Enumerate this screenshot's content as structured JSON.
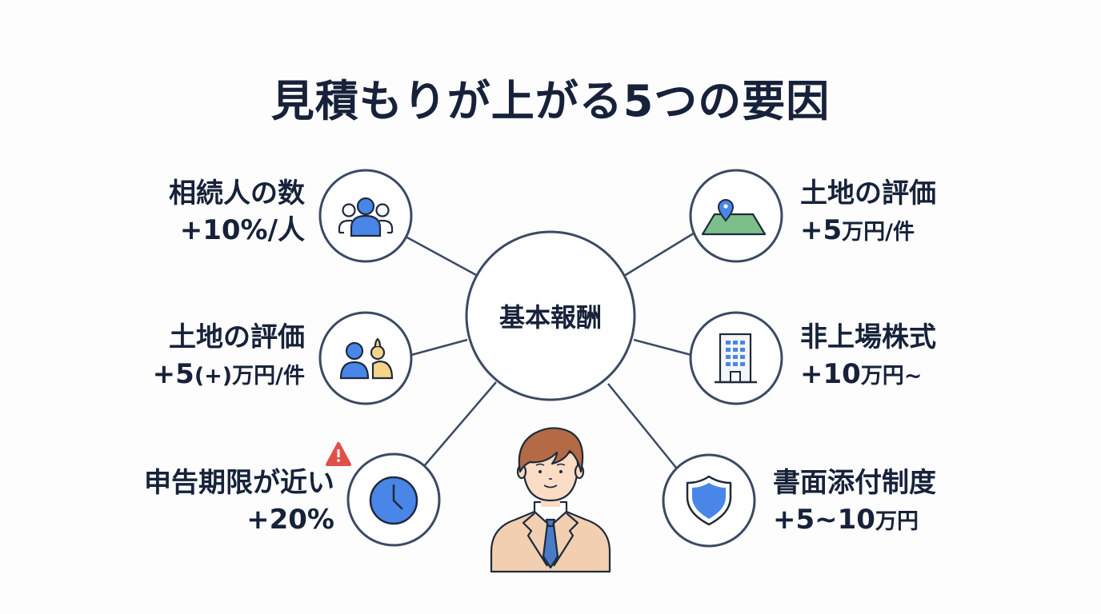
{
  "title": "見積もりが上がる5つの要因",
  "center": {
    "label": "基本報酬"
  },
  "factors": [
    {
      "side": "left",
      "icon": "people-group-icon",
      "name": "相続人の数",
      "price": "+10%/人",
      "price_prefix": "+10%/人",
      "price_unit": ""
    },
    {
      "side": "left",
      "icon": "two-people-icon",
      "name": "土地の評価",
      "price": "+5(+)万円/件",
      "price_prefix": "+5",
      "price_unit": "(+)万円/件"
    },
    {
      "side": "left",
      "icon": "clock-icon",
      "name": "申告期限が近い",
      "price": "+20%",
      "price_prefix": "+20%",
      "price_unit": "",
      "badge": "warning-icon"
    },
    {
      "side": "right",
      "icon": "map-pin-land-icon",
      "name": "土地の評価",
      "price": "+5万円/件",
      "price_prefix": "+5",
      "price_unit": "万円/件"
    },
    {
      "side": "right",
      "icon": "building-icon",
      "name": "非上場株式",
      "price": "+10万円~",
      "price_prefix": "+10",
      "price_unit": "万円~"
    },
    {
      "side": "right",
      "icon": "shield-icon",
      "name": "書面添付制度",
      "price": "+5~10万円",
      "price_prefix": "+5~10",
      "price_unit": "万円"
    }
  ],
  "illustration": "businessman-avatar",
  "colors": {
    "stroke": "#3b4a63",
    "text": "#17223a",
    "blue": "#4a86e8",
    "green": "#7dbf8a",
    "yellow": "#f6d48a",
    "warning": "#e0504a",
    "skin": "#fbdcc4",
    "hair": "#b46a45",
    "suit": "#f2cfb1",
    "tie": "#4a7bc8"
  }
}
